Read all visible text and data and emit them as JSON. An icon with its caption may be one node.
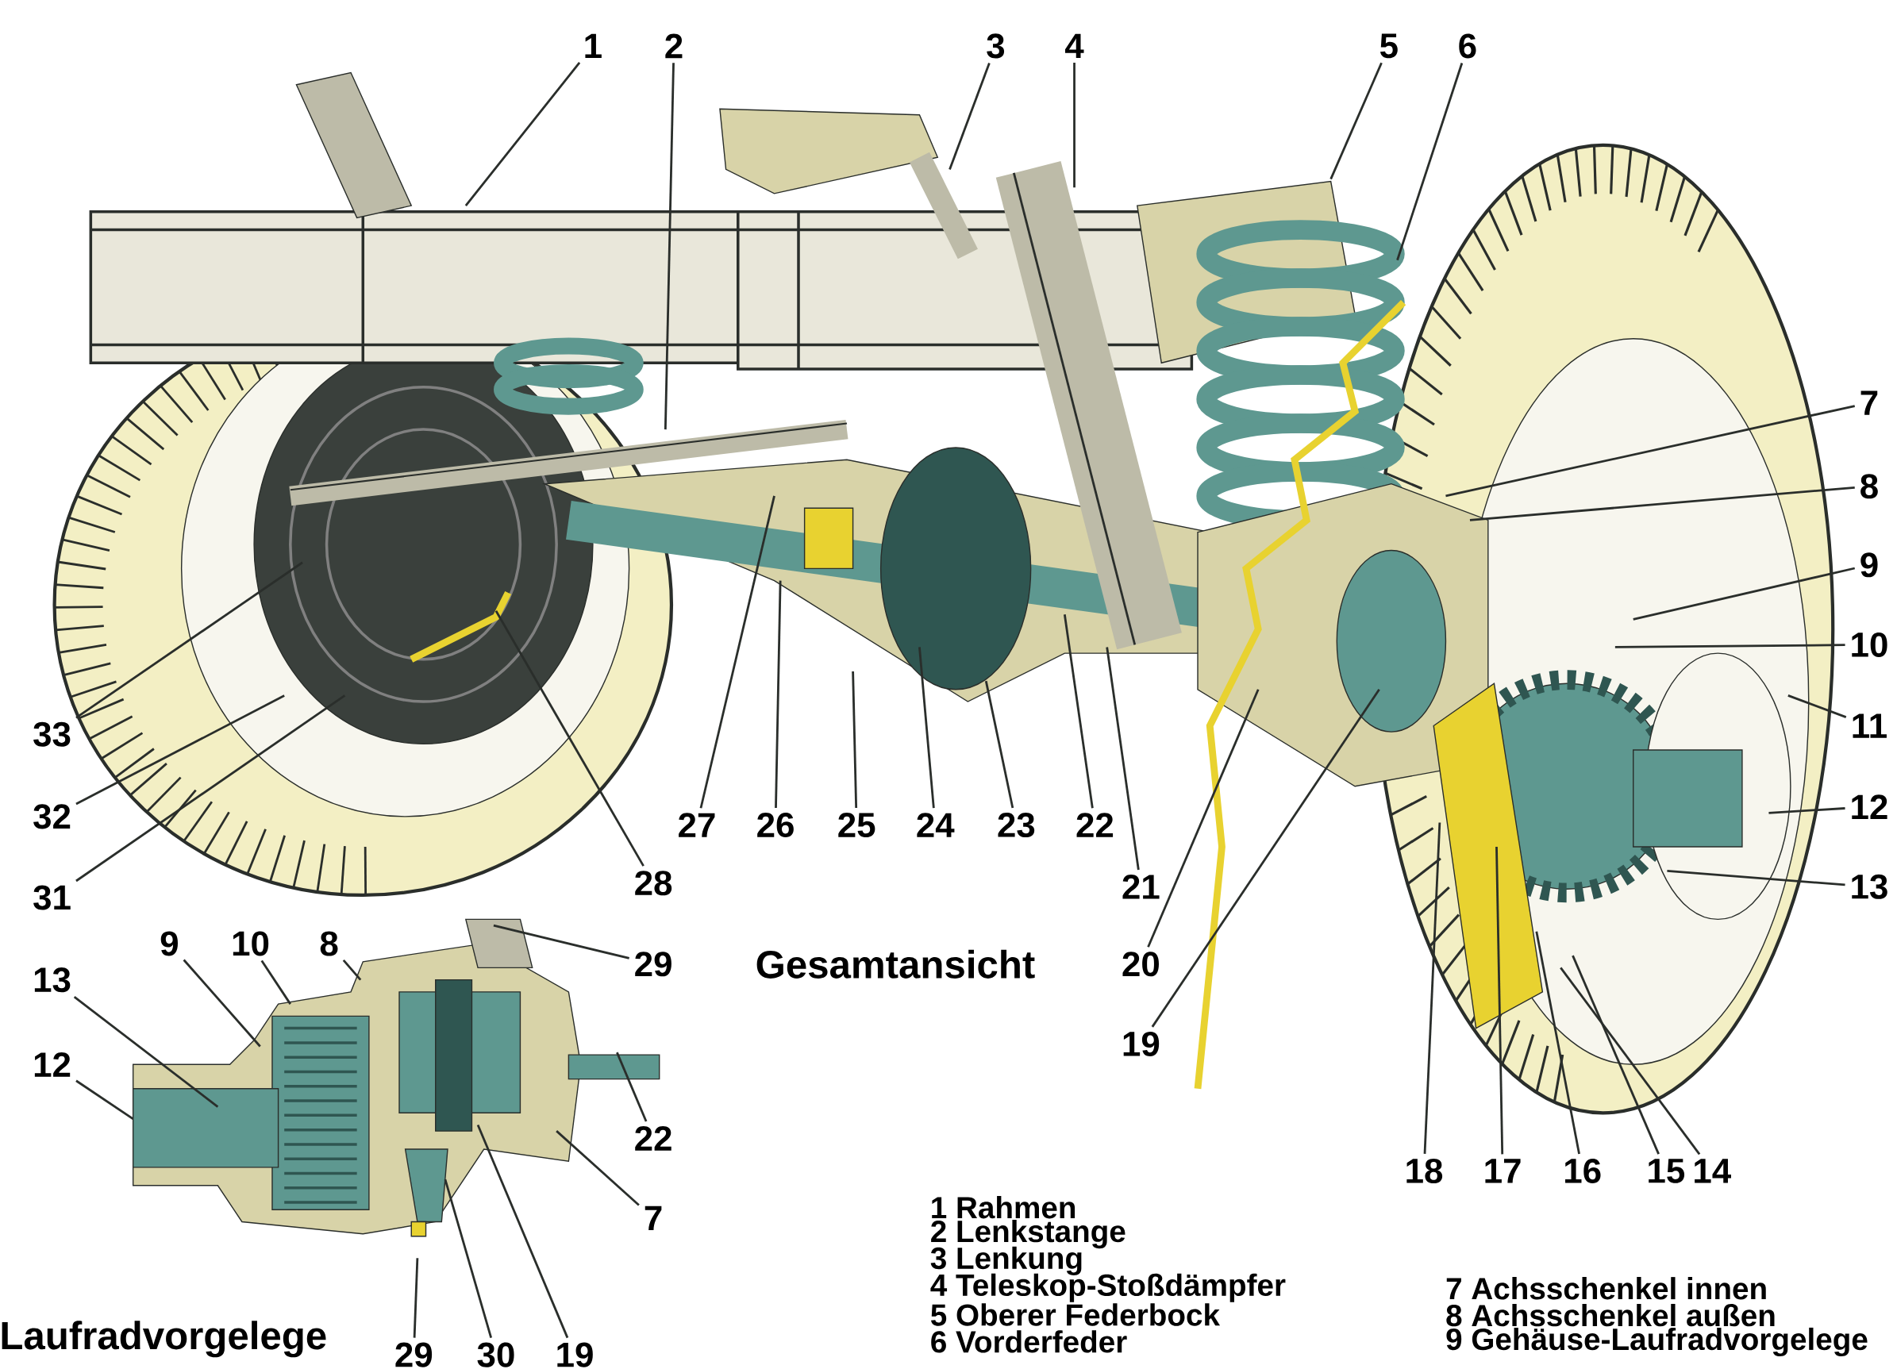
{
  "diagram": {
    "nodes": [
      {
        "text": [
          "1"
        ]
      },
      {
        "text": [
          "2"
        ]
      },
      {
        "text": [
          "3"
        ]
      },
      {
        "text": [
          "4"
        ]
      },
      {
        "text": [
          "5"
        ]
      },
      {
        "text": [
          "6"
        ]
      },
      {
        "text": [
          "7"
        ]
      },
      {
        "text": [
          "8"
        ]
      },
      {
        "text": [
          "9"
        ]
      },
      {
        "text": [
          "10"
        ]
      },
      {
        "text": [
          "11"
        ]
      },
      {
        "text": [
          "12"
        ]
      },
      {
        "text": [
          "13"
        ]
      },
      {
        "text": [
          "33"
        ]
      },
      {
        "text": [
          "32"
        ]
      },
      {
        "text": [
          "28"
        ]
      },
      {
        "text": [
          "31"
        ]
      },
      {
        "text": [
          "27"
        ]
      },
      {
        "text": [
          "26"
        ]
      },
      {
        "text": [
          "25"
        ]
      },
      {
        "text": [
          "24"
        ]
      },
      {
        "text": [
          "23"
        ]
      },
      {
        "text": [
          "22"
        ]
      },
      {
        "text": [
          "21"
        ]
      },
      {
        "text": [
          "20"
        ]
      },
      {
        "text": [
          "19"
        ]
      },
      {
        "text": [
          "18"
        ]
      },
      {
        "text": [
          "17"
        ]
      },
      {
        "text": [
          "16"
        ]
      },
      {
        "text": [
          "15"
        ]
      },
      {
        "text": [
          "14"
        ]
      },
      {
        "text": [
          "9"
        ]
      },
      {
        "text": [
          "10"
        ]
      },
      {
        "text": [
          "8"
        ]
      },
      {
        "text": [
          "29"
        ]
      },
      {
        "text": [
          "13"
        ]
      },
      {
        "text": [
          "12"
        ]
      },
      {
        "text": [
          "22"
        ]
      },
      {
        "text": [
          "7"
        ]
      },
      {
        "text": [
          "29"
        ]
      },
      {
        "text": [
          "30"
        ]
      },
      {
        "text": [
          "19"
        ]
      }
    ],
    "edges": [
      {
        "from": 0,
        "to": null,
        "arrow": "none"
      },
      {
        "from": 1,
        "to": null,
        "arrow": "none"
      },
      {
        "from": 2,
        "to": null,
        "arrow": "none"
      },
      {
        "from": 3,
        "to": null,
        "arrow": "none"
      },
      {
        "from": 4,
        "to": null,
        "arrow": "none"
      },
      {
        "from": 5,
        "to": null,
        "arrow": "none"
      },
      {
        "from": 6,
        "to": null,
        "arrow": "none"
      },
      {
        "from": 7,
        "to": null,
        "arrow": "none"
      },
      {
        "from": 8,
        "to": null,
        "arrow": "none"
      },
      {
        "from": 9,
        "to": null,
        "arrow": "none"
      },
      {
        "from": 10,
        "to": null,
        "arrow": "none"
      },
      {
        "from": 11,
        "to": null,
        "arrow": "none"
      },
      {
        "from": 12,
        "to": null,
        "arrow": "none"
      },
      {
        "from": 13,
        "to": null,
        "arrow": "none"
      },
      {
        "from": 14,
        "to": null,
        "arrow": "none"
      },
      {
        "from": 15,
        "to": null,
        "arrow": "none"
      },
      {
        "from": 16,
        "to": null,
        "arrow": "none"
      },
      {
        "from": 17,
        "to": null,
        "arrow": "none"
      },
      {
        "from": 18,
        "to": null,
        "arrow": "none"
      },
      {
        "from": 19,
        "to": null,
        "arrow": "none"
      },
      {
        "from": 20,
        "to": null,
        "arrow": "none"
      },
      {
        "from": 21,
        "to": null,
        "arrow": "none"
      },
      {
        "from": 22,
        "to": null,
        "arrow": "none"
      },
      {
        "from": 23,
        "to": null,
        "arrow": "none"
      },
      {
        "from": 24,
        "to": null,
        "arrow": "none"
      },
      {
        "from": 25,
        "to": null,
        "arrow": "none"
      },
      {
        "from": 26,
        "to": null,
        "arrow": "none"
      },
      {
        "from": 27,
        "to": null,
        "arrow": "none"
      },
      {
        "from": 28,
        "to": null,
        "arrow": "none"
      },
      {
        "from": 29,
        "to": null,
        "arrow": "none"
      },
      {
        "from": 30,
        "to": null,
        "arrow": "none"
      },
      {
        "from": 31,
        "to": null,
        "arrow": "none"
      },
      {
        "from": 32,
        "to": null,
        "arrow": "none"
      },
      {
        "from": 33,
        "to": null,
        "arrow": "none"
      },
      {
        "from": 34,
        "to": null,
        "arrow": "none"
      },
      {
        "from": 35,
        "to": null,
        "arrow": "none"
      },
      {
        "from": 36,
        "to": null,
        "arrow": "none"
      },
      {
        "from": 37,
        "to": null,
        "arrow": "none"
      },
      {
        "from": 38,
        "to": null,
        "arrow": "none"
      },
      {
        "from": 39,
        "to": null,
        "arrow": "none"
      },
      {
        "from": 40,
        "to": null,
        "arrow": "none"
      },
      {
        "from": 41,
        "to": null,
        "arrow": "none"
      }
    ],
    "labels": [
      "Gesamtansicht",
      "Laufradvorgelege",
      "1 Rahmen",
      "2 Lenkstange",
      "3 Lenkung",
      "4 Teleskop-Stoßdämpfer",
      "5 Oberer Federbock",
      "6 Vorderfeder",
      "7 Achsschenkel innen",
      "8 Achsschenkel außen",
      "9 Gehäuse-Laufradvorgelege"
    ]
  }
}
